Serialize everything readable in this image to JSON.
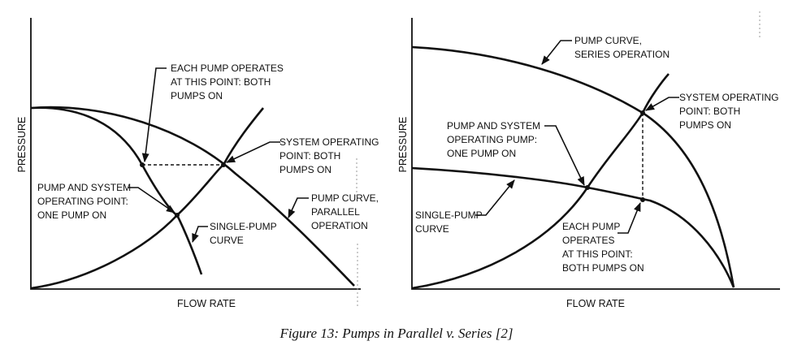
{
  "left_panel": {
    "y_axis_label": "PRESSURE",
    "x_axis_label": "FLOW RATE",
    "labels": {
      "each_pump": [
        "EACH PUMP OPERATES",
        "AT THIS POINT:  BOTH",
        "PUMPS ON"
      ],
      "system_point": [
        "SYSTEM OPERATING",
        "POINT:  BOTH",
        "PUMPS ON"
      ],
      "one_pump": [
        "PUMP AND SYSTEM",
        "OPERATING POINT:",
        "ONE PUMP ON"
      ],
      "single_pump": [
        "SINGLE-PUMP",
        "CURVE"
      ],
      "parallel_curve": [
        "PUMP CURVE,",
        "PARALLEL",
        "OPERATION"
      ]
    }
  },
  "right_panel": {
    "y_axis_label": "PRESSURE",
    "x_axis_label": "FLOW RATE",
    "labels": {
      "series_curve": [
        "PUMP CURVE,",
        "SERIES OPERATION"
      ],
      "system_point": [
        "SYSTEM OPERATING",
        "POINT:  BOTH",
        "PUMPS ON"
      ],
      "one_pump": [
        "PUMP AND SYSTEM",
        "OPERATING PUMP:",
        "ONE PUMP ON"
      ],
      "single_pump": [
        "SINGLE-PUMP",
        "CURVE"
      ],
      "each_pump": [
        "EACH PUMP",
        "OPERATES",
        "AT THIS POINT:",
        "BOTH PUMPS ON"
      ]
    }
  },
  "caption": "Figure 13: Pumps in Parallel v. Series [2]"
}
